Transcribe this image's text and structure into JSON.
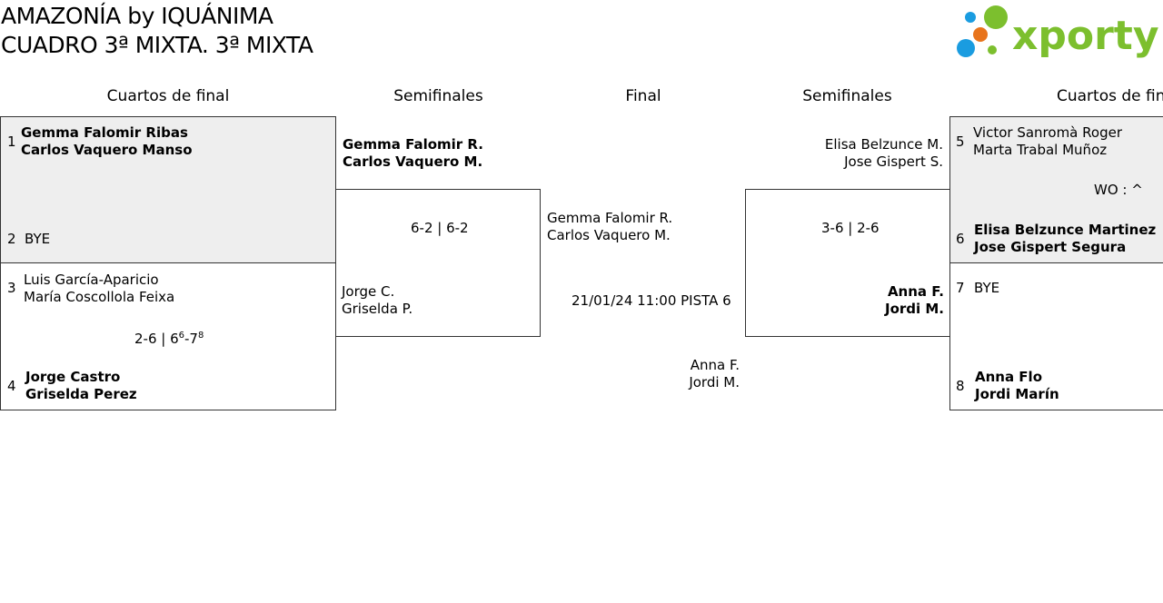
{
  "header": {
    "title_line1": "AMAZONÍA by IQUÁNIMA",
    "title_line2": "CUADRO 3ª MIXTA. 3ª MIXTA",
    "logo_text": "xporty"
  },
  "rounds": {
    "qf_left": "Cuartos de final",
    "sf_left": "Semifinales",
    "final": "Final",
    "sf_right": "Semifinales",
    "qf_right": "Cuartos de final"
  },
  "left_qf": {
    "m1": {
      "seed_a": "1",
      "a_p1": "Gemma Falomir Ribas",
      "a_p2": "Carlos Vaquero Manso",
      "seed_b": "2",
      "b_p1": "BYE"
    },
    "m2": {
      "seed_a": "3",
      "a_p1": "Luis García-Aparicio",
      "a_p2": "María Coscollola Feixa",
      "score_main": "2-6 | 6",
      "score_sup1": "6",
      "score_mid": "-7",
      "score_sup2": "8",
      "seed_b": "4",
      "b_p1": "Jorge Castro",
      "b_p2": "Griselda Perez"
    }
  },
  "left_sf": {
    "a_p1": "Gemma Falomir R.",
    "a_p2": "Carlos Vaquero M.",
    "score": "6-2 | 6-2",
    "b_p1": "Jorge C.",
    "b_p2": "Griselda P."
  },
  "final": {
    "a_p1": "Gemma Falomir R.",
    "a_p2": "Carlos Vaquero M.",
    "schedule": "21/01/24 11:00 PISTA 6",
    "b_p1": "Anna F.",
    "b_p2": "Jordi M."
  },
  "right_sf": {
    "a_p1": "Elisa Belzunce M.",
    "a_p2": "Jose Gispert S.",
    "score": "3-6 | 2-6",
    "b_p1": "Anna F.",
    "b_p2": "Jordi M."
  },
  "right_qf": {
    "m1": {
      "seed_a": "5",
      "a_p1": "Victor Sanromà Roger",
      "a_p2": "Marta Trabal Muñoz",
      "score": "WO : ^",
      "seed_b": "6",
      "b_p1": "Elisa Belzunce Martinez",
      "b_p2": "Jose Gispert Segura"
    },
    "m2": {
      "seed_a": "7",
      "a_p1": "BYE",
      "seed_b": "8",
      "b_p1": "Anna Flo",
      "b_p2": "Jordi Marín"
    }
  },
  "colors": {
    "logo_green": "#7cbf2e",
    "logo_blue": "#1a9ce0",
    "logo_orange": "#e8741c",
    "box_grey": "#eeeeee"
  }
}
